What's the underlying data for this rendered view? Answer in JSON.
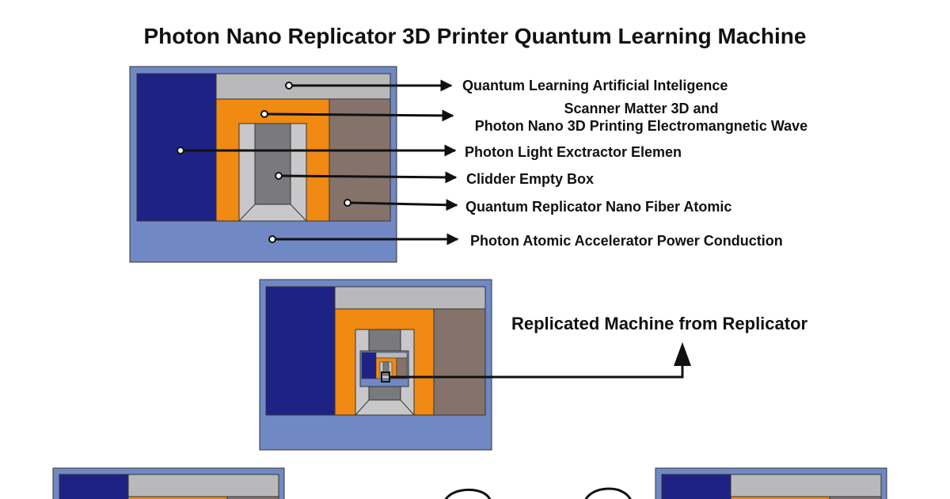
{
  "title": "Photon Nano Replicator 3D Printer Quantum Learning Machine",
  "labels": {
    "ai": "Quantum Learning Artificial Inteligence",
    "scanner_line1": "Scanner Matter 3D and",
    "scanner_line2": "Photon Nano 3D Printing Electromangnetic Wave",
    "extractor": "Photon Light Exctractor Elemen",
    "clidder": "Clidder Empty Box",
    "replicator_fiber": "Quantum Replicator Nano Fiber Atomic",
    "accelerator": "Photon Atomic Accelerator Power Conduction",
    "replicated": "Replicated Machine from Replicator"
  },
  "colors": {
    "base": "#7089c4",
    "navy": "#1f2285",
    "light_gray": "#b9b9bb",
    "orange": "#f08a12",
    "brown": "#85736b",
    "cylinder_outer": "#c8c8ca",
    "cylinder_inner": "#7a7a7c",
    "stroke": "#333333",
    "arrow": "#111111"
  }
}
